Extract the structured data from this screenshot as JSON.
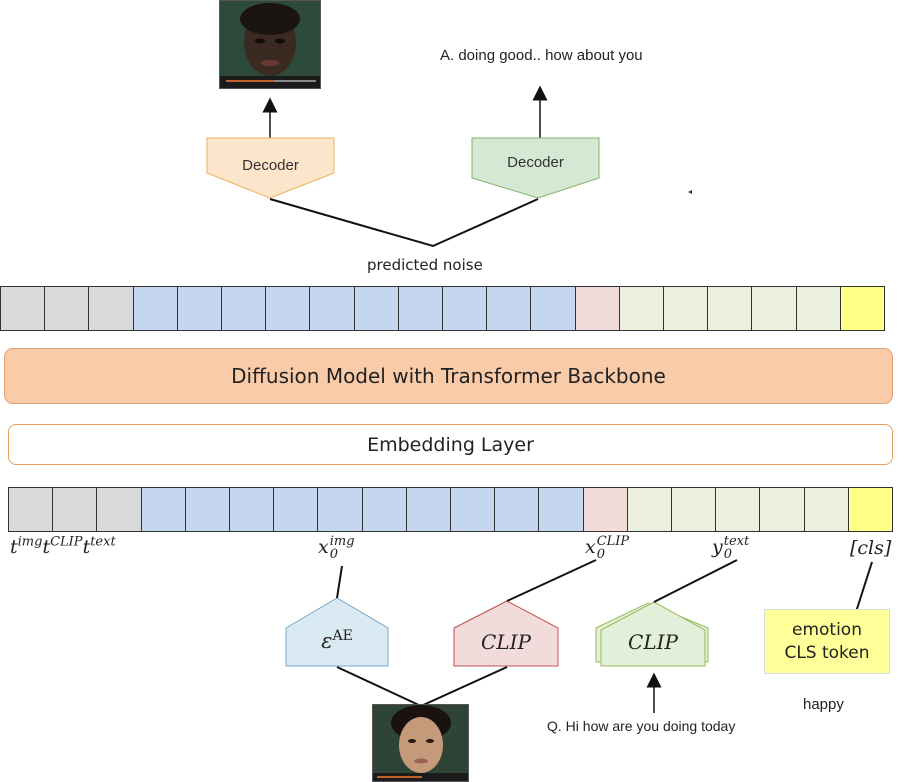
{
  "outputs": {
    "image_decoder_label": "Decoder",
    "text_decoder_label": "Decoder",
    "text_output": "A. doing good.. how about you",
    "predicted_noise_label": "predicted noise"
  },
  "model": {
    "diffusion_label": "Diffusion Model with Transformer Backbone",
    "embedding_label": "Embedding Layer"
  },
  "tokens": {
    "groups": [
      {
        "name": "timestep",
        "count": 3,
        "color": "#d9d9d9"
      },
      {
        "name": "img",
        "count": 10,
        "color": "#c5d7f0"
      },
      {
        "name": "clip",
        "count": 1,
        "color": "#f2dcdb"
      },
      {
        "name": "text",
        "count": 5,
        "color": "#ebf1de"
      },
      {
        "name": "cls",
        "count": 1,
        "color": "#ffff88"
      }
    ],
    "labels": {
      "t_img_base": "t",
      "t_img_sup": "img",
      "t_clip_base": "t",
      "t_clip_sup": "CLIP",
      "t_text_base": "t",
      "t_text_sup": "text",
      "x_img_base": "x",
      "x_img_sup": "img",
      "x_img_sub": "0",
      "x_clip_base": "x",
      "x_clip_sup": "CLIP",
      "x_clip_sub": "0",
      "y_text_base": "y",
      "y_text_sup": "text",
      "y_text_sub": "0",
      "cls_label": "[cls]"
    }
  },
  "encoders": {
    "ae_base": "ε",
    "ae_sup": "AE",
    "clip_image_label": "CLIP",
    "clip_text_label": "CLIP",
    "emotion_line1": "emotion",
    "emotion_line2": "CLS token"
  },
  "inputs": {
    "question_text": "Q. Hi how are you doing today",
    "emotion_text": "happy"
  },
  "colors": {
    "decoder_image_fill": "#fde5cc",
    "decoder_image_stroke": "#e6b35c",
    "decoder_text_fill": "#d5e8d4",
    "decoder_text_stroke": "#82b366",
    "diffusion_fill": "#f9cba9",
    "diffusion_stroke": "#e0a070",
    "embedding_stroke": "#e8a060",
    "ae_fill": "#d9eaf3",
    "ae_stroke": "#7aa7c7",
    "clip_img_fill": "#f2dcdb",
    "clip_img_stroke": "#c0504d",
    "clip_text_fill": "#e2efd9",
    "clip_text_stroke": "#9bbb59",
    "emotion_fill": "#ffff99"
  }
}
